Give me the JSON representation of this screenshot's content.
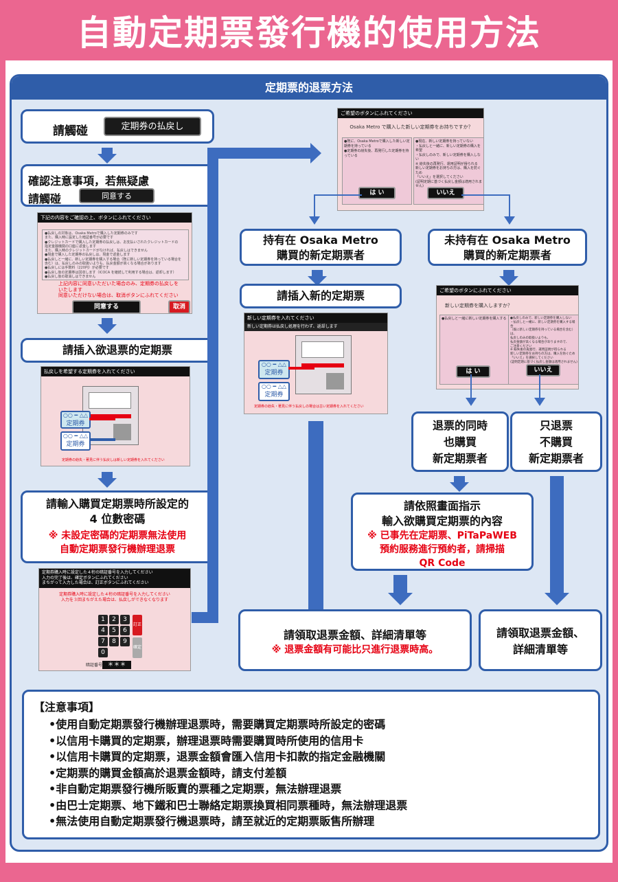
{
  "title": "自動定期票發行機的使用方法",
  "section_title": "定期票的退票方法",
  "step1": {
    "text": "請觸碰",
    "button": "定期券の払戻し"
  },
  "step2": {
    "line1": "確認注意事項，若無疑慮",
    "line2": "請觸碰",
    "button": "同意する"
  },
  "screen_confirm": {
    "header": "下記の内容をご確認の上、ボタンにふれてください",
    "bullets": [
      "●払戻しの対象は、Osaka Metroで購入した定期券のみです",
      "また、購入時に設定した暗証番号が必要です",
      "●クレジットカードで購入した定期券の払戻しは、お支払いされたクレジットカードの",
      "指定金融機関の口座に返金します",
      "また、購入時のクレジットカードがなければ、払戻しはできません",
      "●現金で購入した定期券の払戻しは、現金で返金します",
      "●払戻しと一緒に、新しい定期券を購入する場合（既に新しい定期券を持っている場合を",
      "含む）は、払戻しのみの取扱いよりも、払戻金額が高くなる場合があります",
      "●払戻しには手数料（220円）が必要です",
      "●払戻し後の定期券は回収します（ICOCA を継続して利用する場合は、返却します）",
      "●払戻し後の取消しはできません"
    ],
    "warning": [
      "上記内容に同意いただいた場合のみ、定期券の払戻しを",
      "いたします",
      "同意いただけない場合は、取消ボタンにふれてください"
    ],
    "agree": "同意する",
    "cancel": "取消"
  },
  "step3": "請插入欲退票的定期票",
  "screen_insert1": {
    "header": "払戻しを希望する定期券を入れてください",
    "card1": "○○ ━ △△",
    "card1b": "定期券",
    "card2": "○○ ━ △△",
    "card2b": "定期券",
    "note": "定期券の紛失・著見に伴う払戻しは新しい定期券を入れてください"
  },
  "step4": {
    "line1": "請輸入購買定期票時所設定的",
    "line2": "4 位數密碼",
    "note1": "※ 未設定密碼的定期票無法使用",
    "note2": "自動定期票發行機辦理退票"
  },
  "screen_pin": {
    "header1": "定期券購入時に設定した４桁の暗証番号を入力してください",
    "header2": "入力の完了後は、確定ボタンにふれてください",
    "header3": "まちがって入力した場合は、訂正ボタンにふれてください",
    "msg1": "定期券購入時に設定した４桁の暗証番号を入力してください",
    "msg2": "入力を３回まちがえた場合は、払戻しができなくなります",
    "keys": [
      "1",
      "2",
      "3",
      "4",
      "5",
      "6",
      "7",
      "8",
      "9",
      "0"
    ],
    "correct": "訂正",
    "confirm": "確定",
    "pin_label": "暗証番号",
    "pin_value": "＊＊＊"
  },
  "screen_question": {
    "header": "ご希望のボタンにふれてください",
    "question": "Osaka Metro で購入した新しい定期券をお持ちですか？",
    "left": "●既に、Osaka Metroで購入した新しい定期券を持っている\n●定期券の紛失後、再発行した定期券を持っている",
    "right": "●現在、新しい定期券を持っていない\n・払戻しと一緒に、新しい定期券の購入を希望\n・払戻しのみで、新しい定期券を購入しない\n※ 紛失後の再発行、運用証明が得られる\n新しい定期券をお持ちの方は、購入を防ぐため\n「いいえ」を選択してください\n(証明定期に基づく払戻し金額は適用されません)",
    "yes": "は い",
    "no": "いいえ"
  },
  "branchA": {
    "line1": "持有在 Osaka Metro",
    "line2": "購買的新定期票者"
  },
  "branchB": {
    "line1": "未持有在 Osaka Metro",
    "line2": "購買的新定期票者"
  },
  "stepA": "請插入新的定期票",
  "screen_insert2": {
    "header": "新しい定期券を入れてください",
    "sub": "新しい定期券は払戻し処理を行わず、返却します",
    "card1": "○○ ━ △△",
    "card1b": "定期券",
    "card2": "○○ ━ △△",
    "card2b": "定期券",
    "note": "定期券の紛失・著見に伴う払戻しの場合は古い定期券を入れてください"
  },
  "screen_buy": {
    "header": "ご希望のボタンにふれてください",
    "question": "新しい定期券を購入しますか？",
    "left": "●払戻しと一緒に新しい定期券を購入する",
    "right": "●払戻しのみで、新しい定期券を購入しない\n・払戻しと一緒に、新しい定期券を購入する場合\n（既に新しい定期券を持っている場合を含む）は、\n払戻しのみの取扱いよりも、\n払戻金額が高くなる場合がありますので、\nご注意ください\n※ 紛失後の再発行、運用証明が得られる\n新しい定期券をお持ちの方は、購入を防ぐため\n「いいえ」を選択してください\n(証明定期に基づく払戻し金額は適用されません)",
    "yes": "は い",
    "no": "いいえ"
  },
  "branchB1": {
    "line1": "退票的同時",
    "line2": "也購買",
    "line3": "新定期票者"
  },
  "branchB2": {
    "line1": "只退票",
    "line2": "不購買",
    "line3": "新定期票者"
  },
  "stepB1": {
    "line1": "請依照畫面指示",
    "line2": "輸入欲購買定期票的內容",
    "note1": "※ 已事先在定期票、PiTaPaWEB",
    "note2": "預約服務進行預約者，請掃描",
    "note3": "QR Code"
  },
  "result1": {
    "line1": "請領取退票金額、詳細清單等",
    "note": "※ 退票金額有可能比只進行退票時高。"
  },
  "result2": {
    "line1": "請領取退票金額、",
    "line2": "詳細清單等"
  },
  "notes": {
    "heading": "【注意事項】",
    "items": [
      "•使用自動定期票發行機辦理退票時，需要購買定期票時所設定的密碼",
      "•以信用卡購買的定期票，辦理退票時需要購買時所使用的信用卡",
      "•以信用卡購買的定期票，退票金額會匯入信用卡扣款的指定金融機關",
      "•定期票的購買金額高於退票金額時，請支付差額",
      "•非自動定期票發行機所販賣的票種之定期票，無法辦理退票",
      "•由巴士定期票、地下鐵和巴士聯絡定期票換買相同票種時，無法辦理退票",
      "•無法使用自動定期票發行機退票時，請至就近的定期票販售所辦理"
    ]
  },
  "colors": {
    "pink": "#eb6690",
    "blue": "#2f5da9",
    "arrow": "#3d6cbf",
    "red": "#e60012"
  }
}
